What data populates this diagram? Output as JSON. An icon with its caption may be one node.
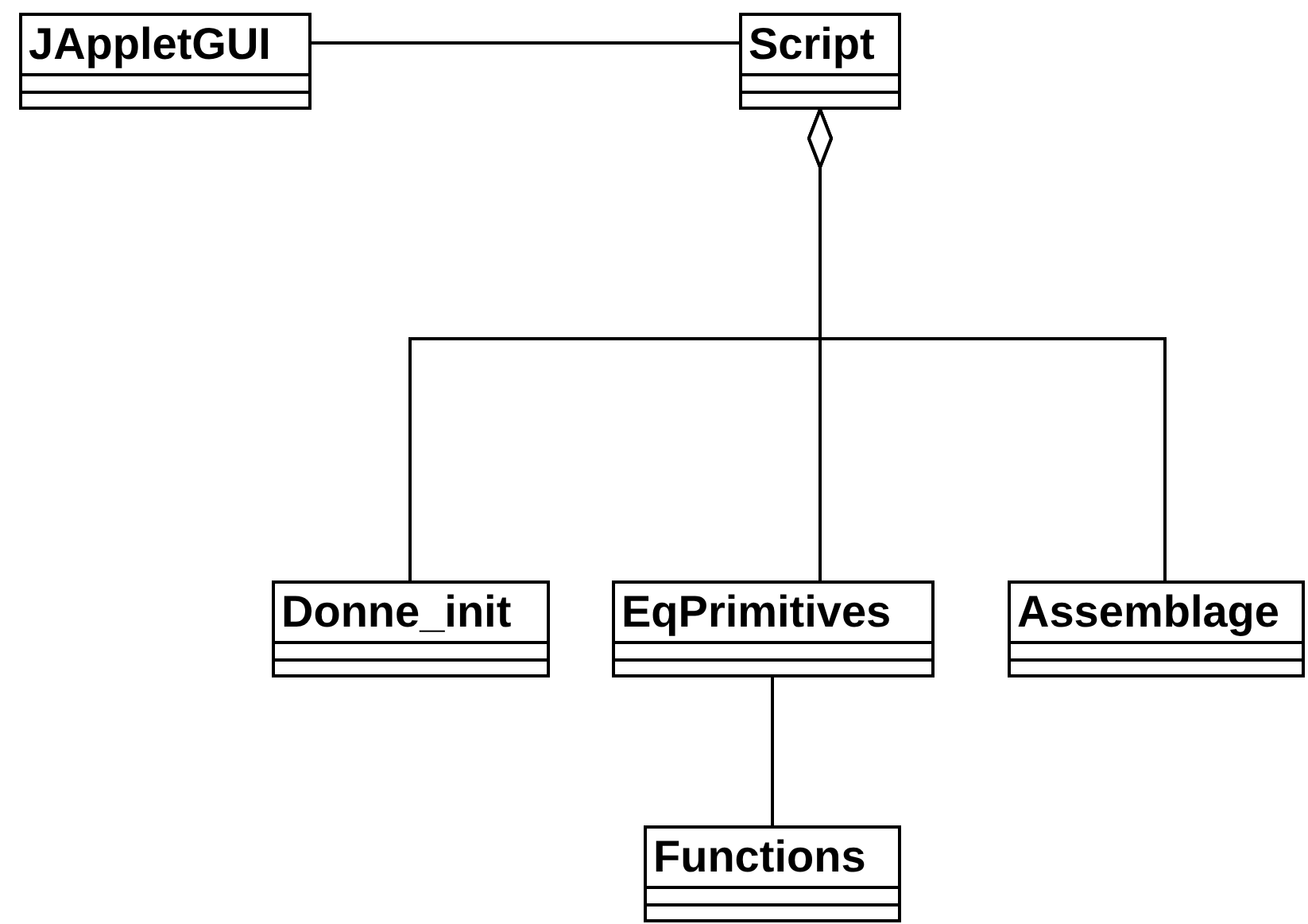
{
  "diagram": {
    "nodes": [
      {
        "text": [
          "JAppletGUI"
        ]
      },
      {
        "text": [
          "Script"
        ]
      },
      {
        "text": [
          "Donne_init"
        ]
      },
      {
        "text": [
          "EqPrimitives"
        ]
      },
      {
        "text": [
          "Assemblage"
        ]
      },
      {
        "text": [
          "Functions"
        ]
      }
    ],
    "edges": [
      {
        "from": 0,
        "to": 1,
        "arrow": "none"
      },
      {
        "from": 1,
        "to": 2,
        "arrow": "other"
      },
      {
        "from": 1,
        "to": 3,
        "arrow": "other"
      },
      {
        "from": 1,
        "to": 4,
        "arrow": "other"
      },
      {
        "from": 3,
        "to": 5,
        "arrow": "none"
      }
    ]
  }
}
